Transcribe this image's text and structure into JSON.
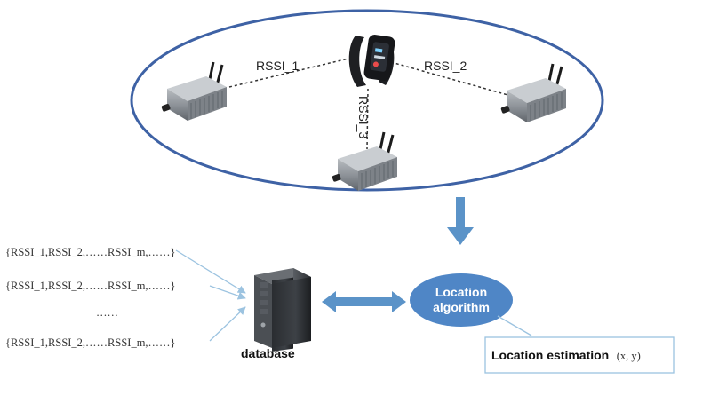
{
  "links": {
    "rssi_1": "RSSI_1",
    "rssi_2": "RSSI_2",
    "rssi_3": "RSSI_3"
  },
  "fingerprints": {
    "rows": [
      "{RSSI_1,RSSI_2,……RSSI_m,……}",
      "{RSSI_1,RSSI_2,……RSSI_m,……}",
      "{RSSI_1,RSSI_2,……RSSI_m,……}"
    ],
    "ellipsis": "……"
  },
  "database_label": "database",
  "algorithm": {
    "line1": "Location",
    "line2": "algorithm"
  },
  "estimation": {
    "label": "Location estimation",
    "coords": "(x, y)"
  },
  "colors": {
    "ellipse_stroke": "#3e62a5",
    "arrow": "#5b93c8",
    "algorithm_fill": "#4f86c6"
  }
}
